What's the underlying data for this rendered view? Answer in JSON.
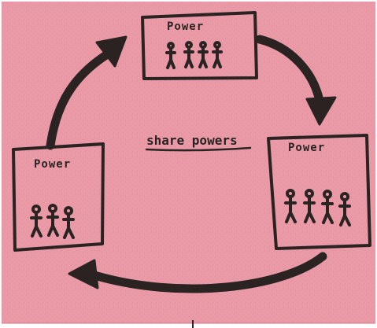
{
  "colors": {
    "paper": "#ea9aa7",
    "paper_edge": "#c97b88",
    "ink": "#2a2322"
  },
  "diagram": {
    "center_label": "share powers",
    "boxes": [
      {
        "id": "top",
        "label": "Power",
        "people_count": 4
      },
      {
        "id": "right",
        "label": "Power",
        "people_count": 4
      },
      {
        "id": "left",
        "label": "Power",
        "people_count": 3
      }
    ],
    "arrows": [
      {
        "from": "left",
        "to": "top"
      },
      {
        "from": "top",
        "to": "right"
      },
      {
        "from": "right",
        "to": "left"
      }
    ]
  }
}
